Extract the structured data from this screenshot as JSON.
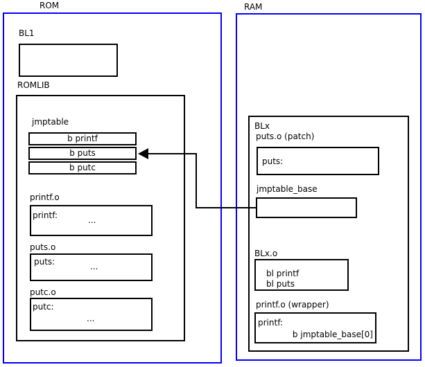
{
  "rom": {
    "title": "ROM",
    "bl1": {
      "label": "BL1"
    },
    "romlib": {
      "title": "ROMLIB",
      "jmptable": {
        "title": "jmptable",
        "entries": [
          "b printf",
          "b puts",
          "b putc"
        ]
      },
      "objects": [
        {
          "title": "printf.o",
          "symbol": "printf:",
          "dots": "..."
        },
        {
          "title": "puts.o",
          "symbol": "puts:",
          "dots": "..."
        },
        {
          "title": "putc.o",
          "symbol": "putc:",
          "dots": "..."
        }
      ]
    }
  },
  "ram": {
    "title": "RAM",
    "blx": {
      "title": "BLx",
      "puts_patch": {
        "title": "puts.o (patch)",
        "symbol": "puts:"
      },
      "jmptable_base": {
        "title": "jmptable_base"
      },
      "blx_o": {
        "title": "BLx.o",
        "instructions": [
          "bl printf",
          "bl puts"
        ]
      },
      "printf_wrapper": {
        "title": "printf.o (wrapper)",
        "symbol": "printf:",
        "instruction": "b jmptable_base[0]"
      }
    }
  },
  "connector": {
    "description": "arrow from jmptable_base box to jmptable entry 'b puts'"
  },
  "colors": {
    "frame_blue": "#0000ff",
    "box_black": "#000000",
    "background": "#ffffff"
  }
}
